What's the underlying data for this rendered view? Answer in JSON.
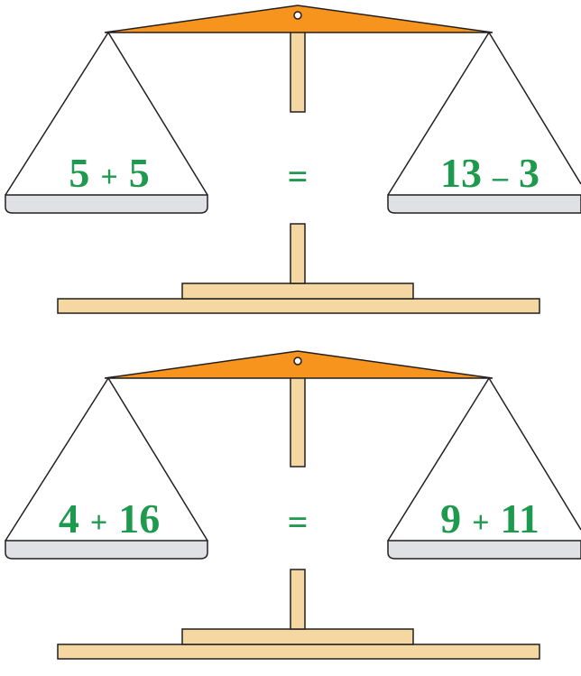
{
  "colors": {
    "beam": "#f7941d",
    "wood": "#f5d7a1",
    "pan": "#dfe1e4",
    "text": "#1e9a4f"
  },
  "scales": [
    {
      "left": {
        "a": "5",
        "op": "+",
        "b": "5"
      },
      "relation": "=",
      "right": {
        "a": "13",
        "op": "–",
        "b": "3"
      }
    },
    {
      "left": {
        "a": "4",
        "op": "+",
        "b": "16"
      },
      "relation": "=",
      "right": {
        "a": "9",
        "op": "+",
        "b": "11"
      }
    }
  ]
}
